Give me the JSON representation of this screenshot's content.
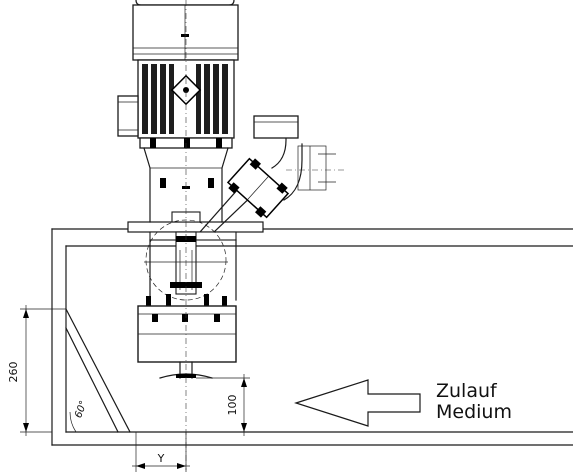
{
  "labels": {
    "inflow_line1": "Zulauf",
    "inflow_line2": "Medium",
    "angle": "60°"
  },
  "dimensions": {
    "height_total": "260",
    "height_bottom": "100",
    "offset": "Y"
  },
  "colors": {
    "ink": "#000000",
    "background": "#ffffff"
  }
}
